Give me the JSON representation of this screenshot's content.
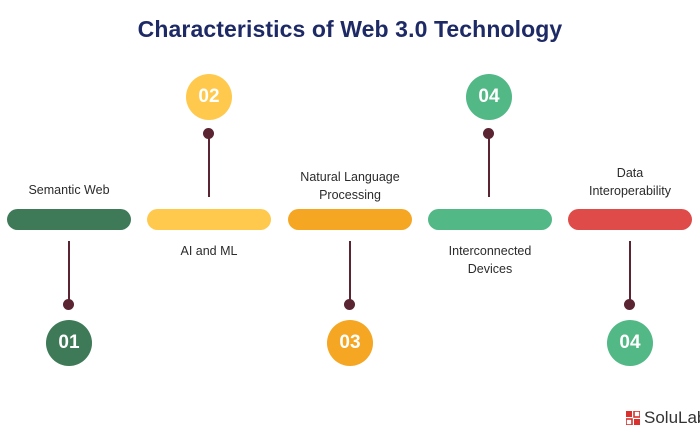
{
  "title": "Characteristics of Web 3.0 Technology",
  "steps": [
    {
      "number": "01",
      "label_lines": [
        "Semantic Web"
      ],
      "color": "#3e7a57"
    },
    {
      "number": "02",
      "label_lines": [
        "AI and ML"
      ],
      "color": "#ffc94d"
    },
    {
      "number": "03",
      "label_lines": [
        "Natural Language",
        "Processing"
      ],
      "color": "#f5a623"
    },
    {
      "number": "04",
      "label_lines": [
        "Interconnected",
        "Devices"
      ],
      "color": "#52b886"
    },
    {
      "number": "04",
      "label_lines": [
        "Data",
        "Interoperability"
      ],
      "color": "#df4b48"
    }
  ],
  "logo": {
    "text": "SoluLab",
    "icon": "solulab-logo-icon",
    "color": "#d9322e"
  },
  "colors": {
    "title": "#1e2a66",
    "connector": "#5a2433"
  }
}
